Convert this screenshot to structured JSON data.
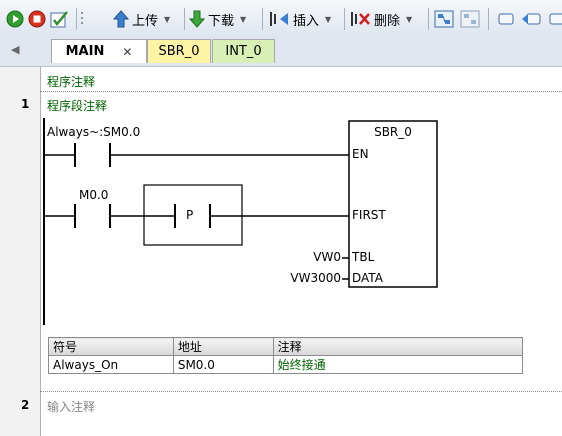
{
  "toolbar": {
    "upload_label": "上传",
    "download_label": "下载",
    "insert_label": "插入",
    "delete_label": "删除"
  },
  "tabs": [
    {
      "label": "MAIN"
    },
    {
      "label": "SBR_0"
    },
    {
      "label": "INT_0"
    }
  ],
  "program": {
    "comment": "程序注释",
    "networks": [
      {
        "number": "1",
        "comment": "程序段注释"
      },
      {
        "number": "2",
        "comment": "输入注释"
      }
    ]
  },
  "ladder": {
    "contact1_label": "Always~:SM0.0",
    "contact2_label": "M0.0",
    "p_label": "P",
    "box_title": "SBR_0",
    "pins": {
      "en": "EN",
      "first": "FIRST",
      "tbl": "TBL",
      "data": "DATA"
    },
    "tbl_operand": "VW0",
    "data_operand": "VW3000"
  },
  "symbol_table": {
    "headers": [
      "符号",
      "地址",
      "注释"
    ],
    "rows": [
      [
        "Always_On",
        "SM0.0",
        "始终接通"
      ]
    ]
  },
  "colors": {
    "accent_green": "#006400",
    "tab_main": "#ffffff",
    "tab_sbr": "#fff3a6",
    "tab_int": "#d8f0b6"
  }
}
